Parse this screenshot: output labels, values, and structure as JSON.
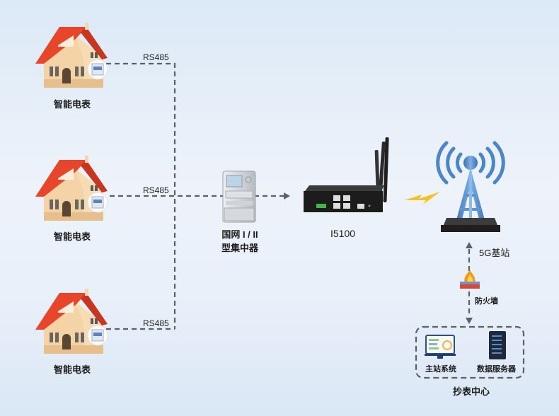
{
  "meters": [
    {
      "label": "智能电表",
      "link": "RS485"
    },
    {
      "label": "智能电表",
      "link": "RS485"
    },
    {
      "label": "智能电表",
      "link": "RS485"
    }
  ],
  "concentrator": {
    "line1": "国网 I / II",
    "line2": "型集中器"
  },
  "router": {
    "label": "I5100"
  },
  "base_station": {
    "label": "5G基站"
  },
  "firewall": {
    "label": "防火墙"
  },
  "center": {
    "label": "抄表中心",
    "items": [
      {
        "label": "主站系统",
        "icon": "monitor-icon"
      },
      {
        "label": "数据服务器",
        "icon": "server-icon"
      }
    ]
  },
  "colors": {
    "roof": "#e8462a",
    "wall": "#f4d3a6",
    "line": "#5a6068",
    "tower": "#4a86c8",
    "lightning": "#f8c21a"
  }
}
